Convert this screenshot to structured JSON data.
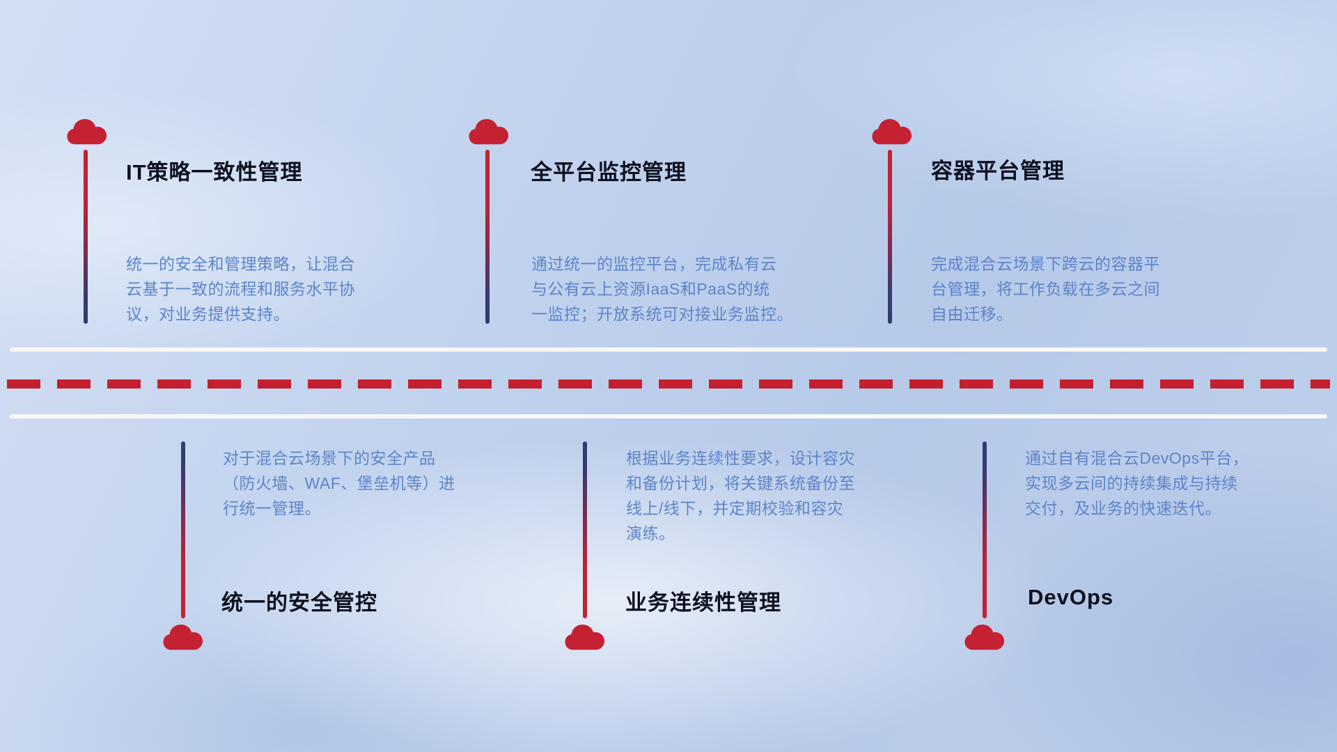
{
  "colors": {
    "accent_red": "#c42232",
    "deep_navy": "#2c3d72",
    "body_text_blue": "#5e84c9",
    "title_dark": "#0c0f1e",
    "road_white": "#fcfaf6",
    "background_blue": "#c0d0ec"
  },
  "top_items": [
    {
      "title": "IT策略一致性管理",
      "body": "统一的安全和管理策略，让混合\n云基于一致的流程和服务水平协\n议，对业务提供支持。"
    },
    {
      "title": "全平台监控管理",
      "body": "通过统一的监控平台，完成私有云\n与公有云上资源IaaS和PaaS的统\n一监控；开放系统可对接业务监控。"
    },
    {
      "title": "容器平台管理",
      "body": "完成混合云场景下跨云的容器平\n台管理，将工作负载在多云之间\n自由迁移。"
    }
  ],
  "bottom_items": [
    {
      "title": "统一的安全管控",
      "body": "对于混合云场景下的安全产品\n（防火墙、WAF、堡垒机等）进\n行统一管理。"
    },
    {
      "title": "业务连续性管理",
      "body": "根据业务连续性要求，设计容灾\n和备份计划，将关键系统备份至\n线上/线下，并定期校验和容灾\n演练。"
    },
    {
      "title": "DevOps",
      "body": "通过自有混合云DevOps平台，\n实现多云间的持续集成与持续\n交付，及业务的快速迭代。"
    }
  ]
}
